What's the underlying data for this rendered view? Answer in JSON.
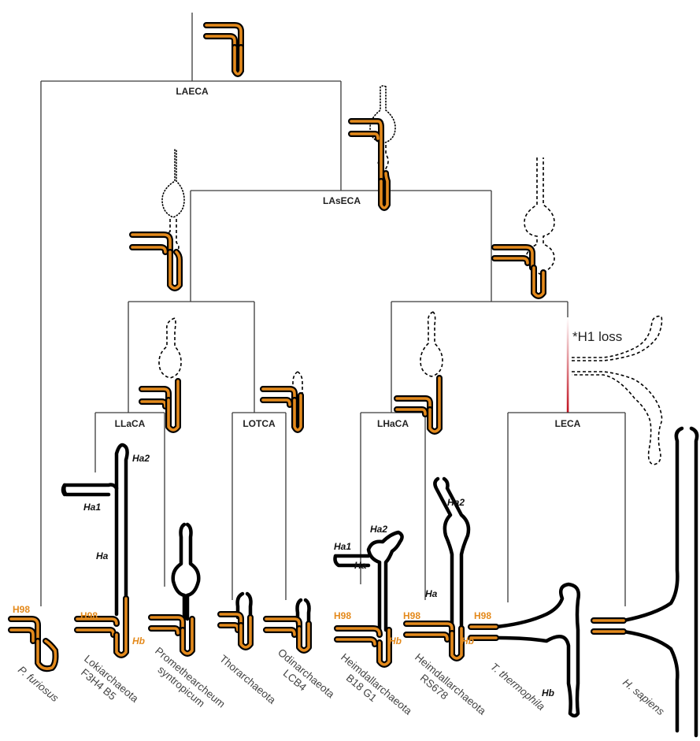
{
  "nodes": {
    "laeca": "LAECA",
    "laseca": "LAsECA",
    "llaca": "LLaCA",
    "lotca": "LOTCA",
    "lhaca": "LHaCA",
    "leca": "LECA"
  },
  "event": {
    "h1_loss": "*H1 loss"
  },
  "helix_labels": {
    "h98": "H98",
    "ha": "Ha",
    "ha1": "Ha1",
    "ha2": "Ha2",
    "hb": "Hb"
  },
  "taxa": [
    {
      "line1": "P. furiosus",
      "line2": ""
    },
    {
      "line1": "Lokiarchaeota",
      "line2": "F3H4 B5"
    },
    {
      "line1": "Promethearcheum",
      "line2": "syntropicum"
    },
    {
      "line1": "Thorarchaeota",
      "line2": ""
    },
    {
      "line1": "Odinarchaeota",
      "line2": "LCB4"
    },
    {
      "line1": "Heimdallarchaeota",
      "line2": "B18 G1"
    },
    {
      "line1": "Heimdallarchaeota",
      "line2": "RS678"
    },
    {
      "line1": "T. thermophila",
      "line2": ""
    },
    {
      "line1": "H. sapiens",
      "line2": ""
    }
  ],
  "colors": {
    "core_helix": "#e48a1c",
    "loss_branch": "#c0101e",
    "branch": "#3a3a3a"
  }
}
